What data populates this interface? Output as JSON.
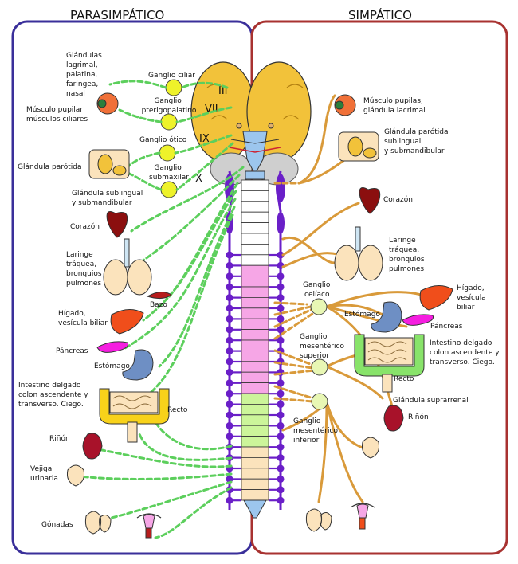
{
  "headers": {
    "left": "PARASIMPÁTICO",
    "right": "SIMPÁTICO"
  },
  "cranial_nerves": {
    "n3": "III",
    "n7": "VII",
    "n9": "IX",
    "n10": "X"
  },
  "para_ganglia": {
    "ciliar": "Ganglio ciliar",
    "pterigo": [
      "Ganglio",
      "pterigopalatino"
    ],
    "otico": "Ganglio ótico",
    "submax": [
      "Ganglio",
      "submaxilar"
    ]
  },
  "para_labels": {
    "glandulas": [
      "Glándulas",
      "lagrimal,",
      "palatina,",
      "faringea,",
      "nasal"
    ],
    "musculo": [
      "Músculo pupilar,",
      "músculos ciliares"
    ],
    "parotida": "Glándula parótida",
    "sublingual": [
      "Glándula sublingual",
      "y submandibular"
    ],
    "corazon": "Corazón",
    "laringe": [
      "Laringe",
      "tráquea,",
      "bronquios",
      "pulmones"
    ],
    "bazo": "Bazo",
    "higado": [
      "Hígado,",
      "vesícula biliar"
    ],
    "pancreas": "Páncreas",
    "estomago": "Estómago",
    "intestino": [
      "Intestino delgado",
      "colon ascendente y",
      "transverso. Ciego."
    ],
    "recto": "Recto",
    "rinon": "Riñón",
    "vejiga": [
      "Vejiga",
      "urinaria"
    ],
    "gonadas": "Gónadas"
  },
  "symp_labels": {
    "musculo": [
      "Músculo pupilas,",
      "glándula lacrimal"
    ],
    "parotida": [
      "Glándula parótida",
      "sublingual",
      "y submandibular"
    ],
    "corazon": "Corazón",
    "laringe": [
      "Laringe",
      "tráquea,",
      "bronquios",
      "pulmones"
    ],
    "higado": [
      "Hígado,",
      "vesícula",
      "biliar"
    ],
    "estomago": "Estómago",
    "pancreas": "Páncreas",
    "intestino": [
      "Intestino delgado",
      "colon ascendente y",
      "transverso. Ciego."
    ],
    "recto": "Recto",
    "suprarrenal": "Glándula suprarrenal",
    "rinon": "Riñón",
    "celiaco": [
      "Ganglio",
      "celíaco"
    ],
    "mes_sup": [
      "Ganglio",
      "mesentérico",
      "superior"
    ],
    "mes_inf": [
      "Ganglio",
      "mesentérico",
      "inferior"
    ]
  },
  "colors": {
    "para_border": "#3a2f9a",
    "symp_border": "#a83230",
    "parasympathetic": "#5ccf5c",
    "sympathetic": "#d99a3a",
    "brain": "#f2c23a",
    "cervical": "#ffffff",
    "thoracic": "#f6a6e6",
    "lumbar": "#ccf59a",
    "sacral": "#fbe3bc",
    "chain": "#6a1fc8"
  }
}
